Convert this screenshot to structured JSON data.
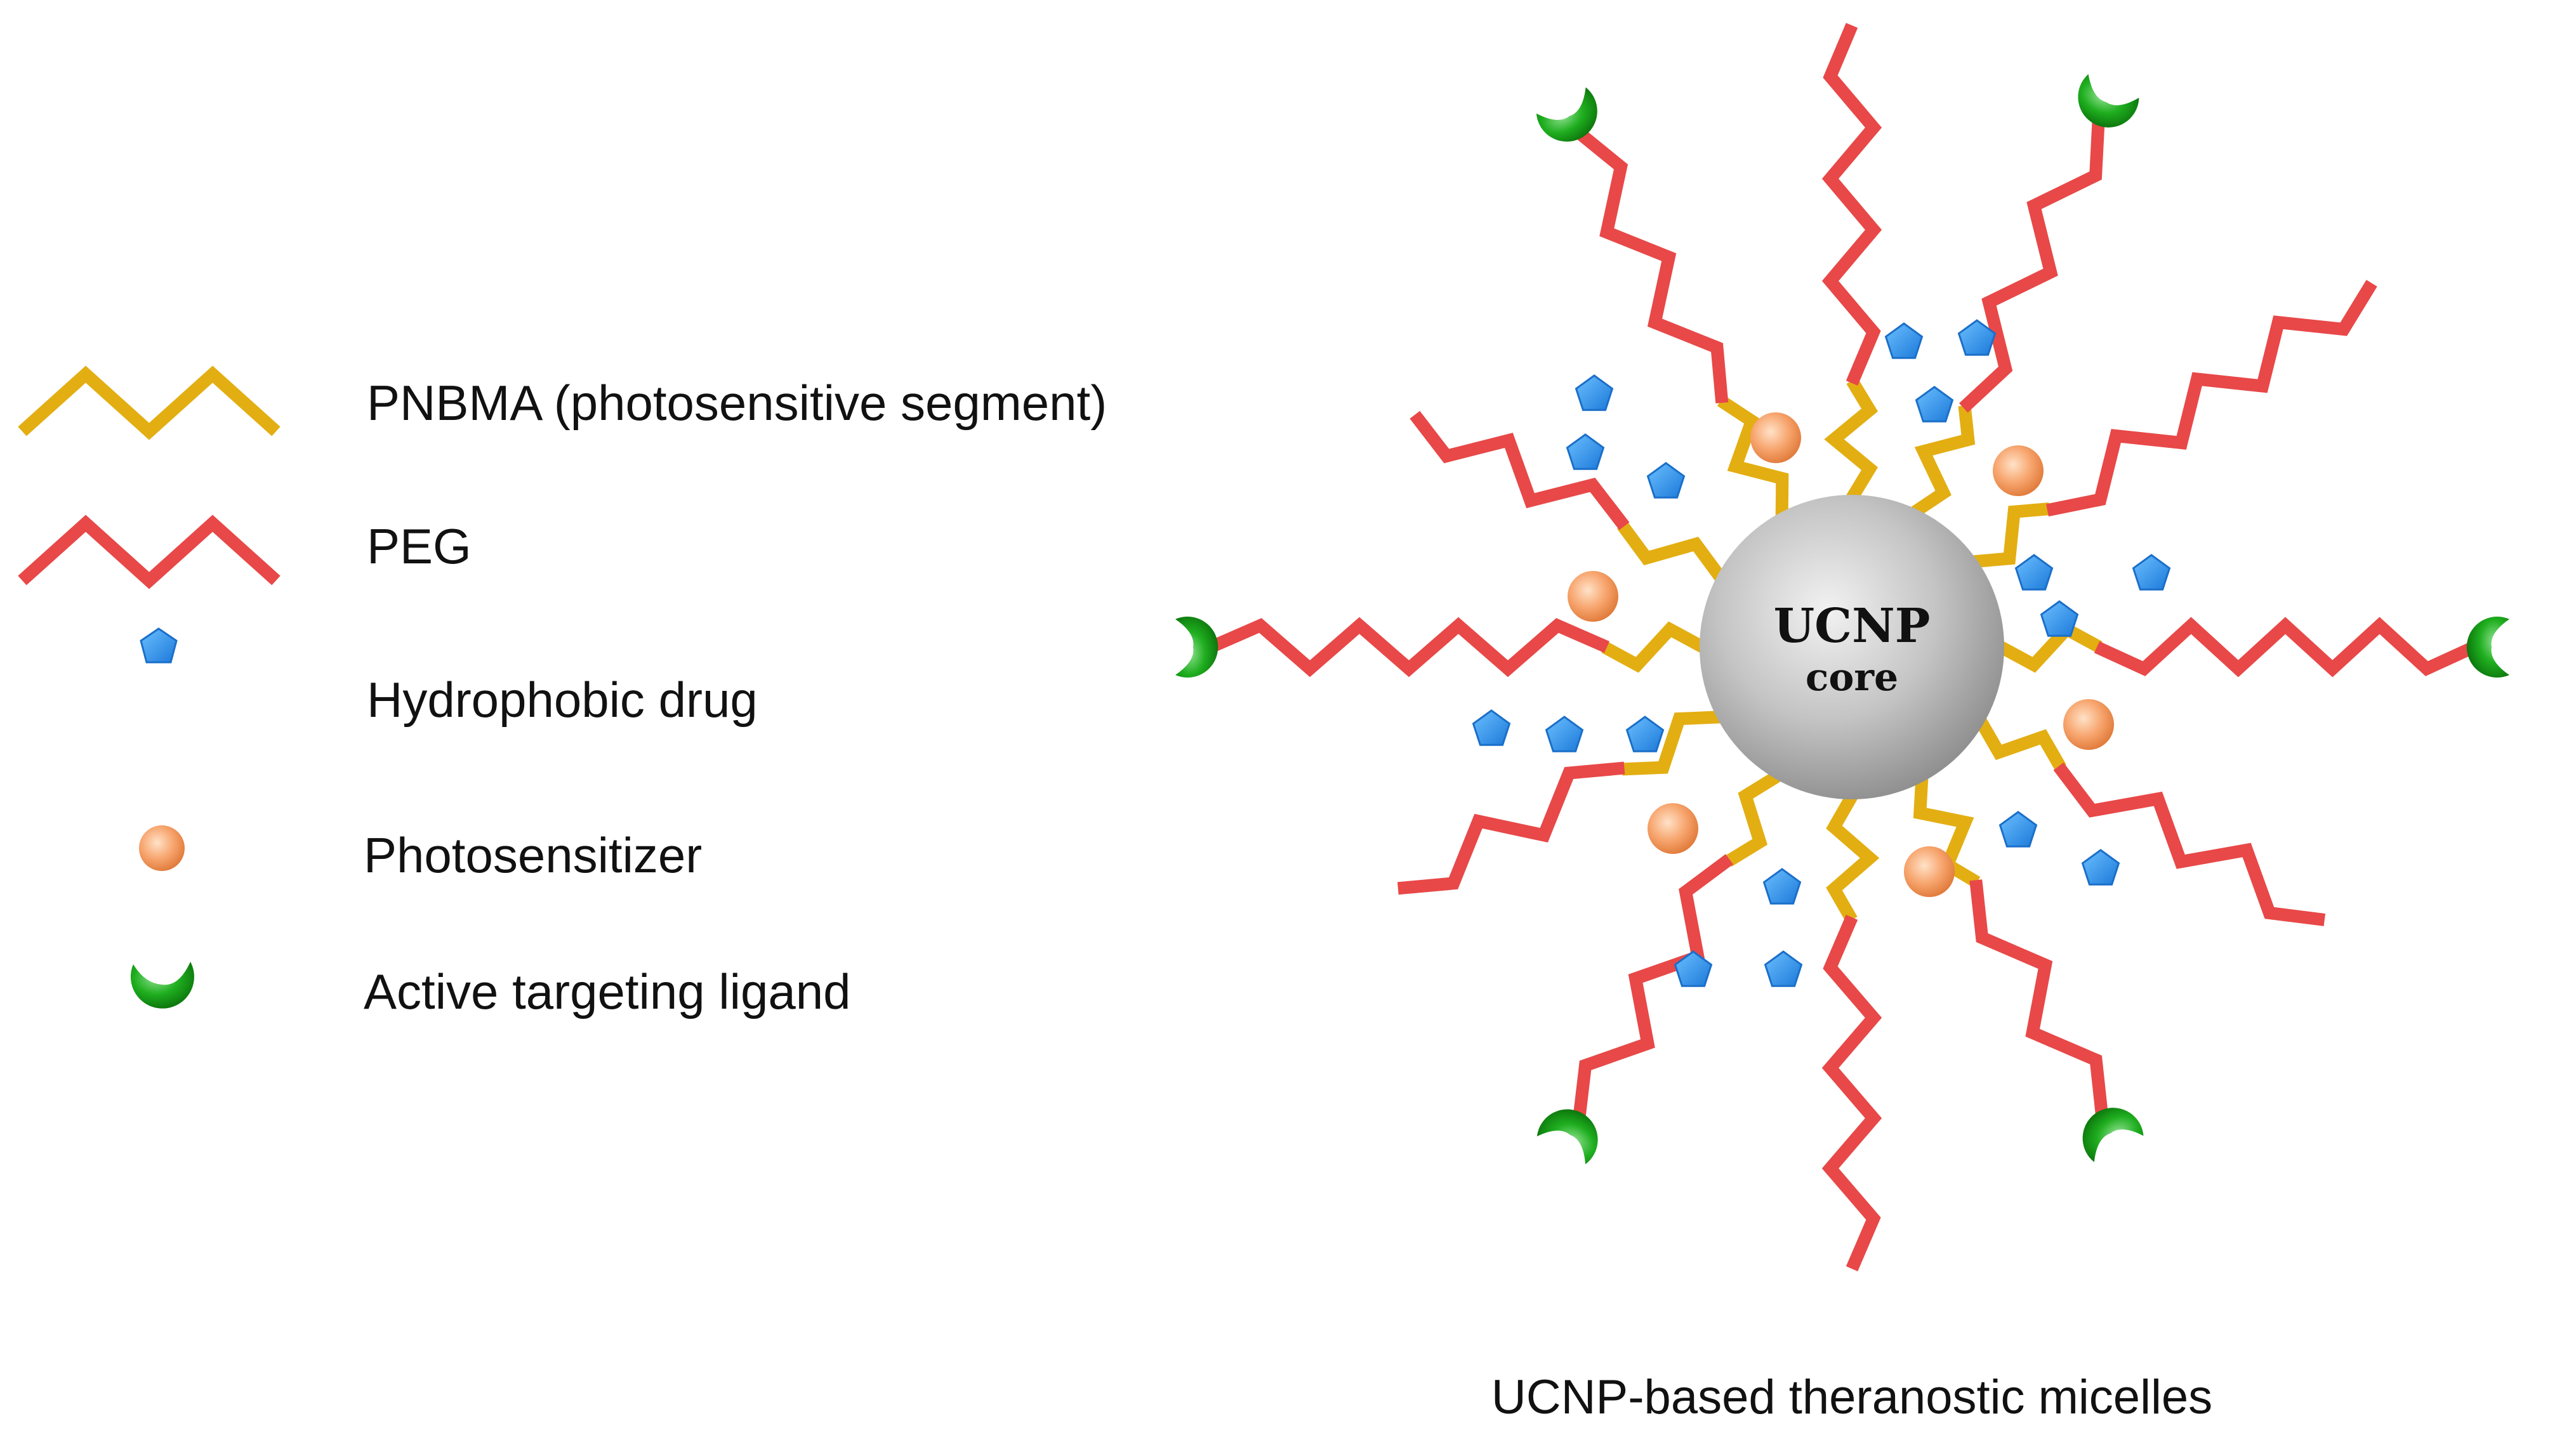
{
  "legend": {
    "items": [
      {
        "key": "pnbma",
        "label": "PNBMA (photosensitive segment)",
        "symbol": "zigzag",
        "color": "#E3AE12"
      },
      {
        "key": "peg",
        "label": "PEG",
        "symbol": "zigzag",
        "color": "#E84848"
      },
      {
        "key": "drug",
        "label": "Hydrophobic drug",
        "symbol": "pentagon",
        "color": "#2E8FE8"
      },
      {
        "key": "photosensitizer",
        "label": "Photosensitizer",
        "symbol": "circle",
        "color": "#F59A5E"
      },
      {
        "key": "ligand",
        "label": "Active targeting ligand",
        "symbol": "crescent",
        "color": "#1EA51E"
      }
    ]
  },
  "micelle": {
    "core_label_line1": "UCNP",
    "core_label_line2": "core",
    "caption": "UCNP-based theranostic micelles",
    "core_color": "#B8B8B8"
  }
}
